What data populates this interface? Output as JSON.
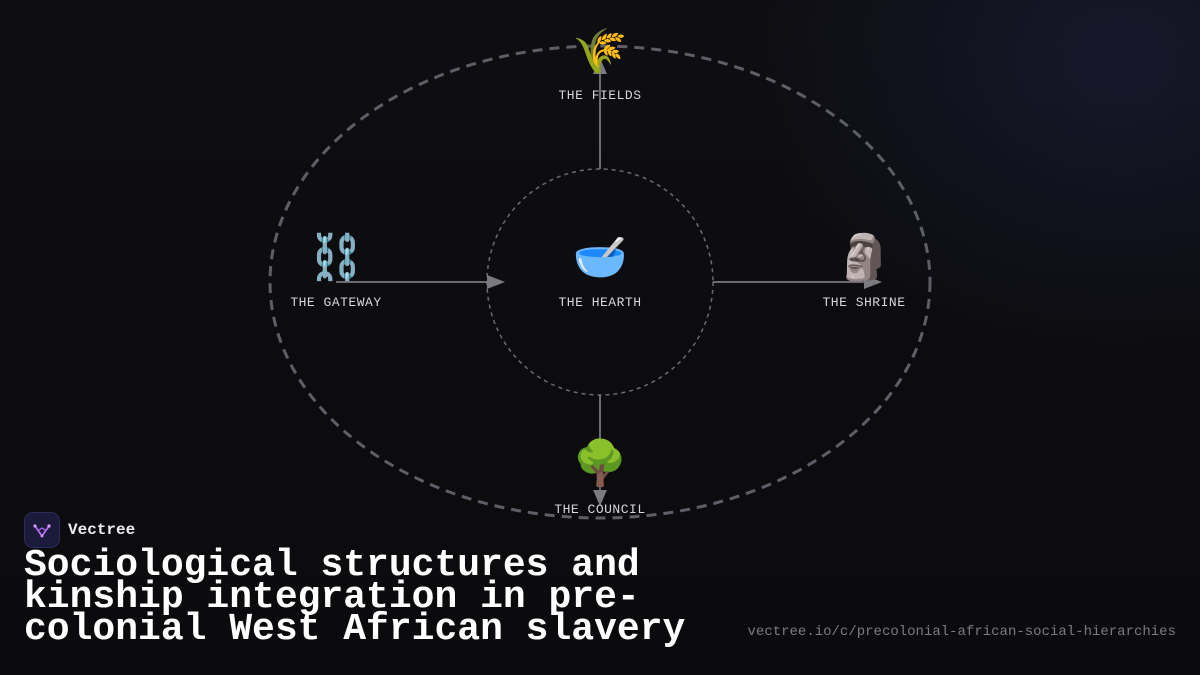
{
  "diagram": {
    "nodes": [
      {
        "id": "fields",
        "icon": "wheat-icon",
        "glyph": "🌾",
        "label": "THE FIELDS"
      },
      {
        "id": "gateway",
        "icon": "chains-icon",
        "glyph": "⛓️",
        "label": "THE GATEWAY"
      },
      {
        "id": "hearth",
        "icon": "bowl-icon",
        "glyph": "🥣",
        "label": "THE HEARTH"
      },
      {
        "id": "shrine",
        "icon": "moai-icon",
        "glyph": "🗿",
        "label": "THE SHRINE"
      },
      {
        "id": "council",
        "icon": "tree-icon",
        "glyph": "🌳",
        "label": "THE COUNCIL"
      }
    ],
    "connections": [
      {
        "from": "hearth",
        "to": "fields"
      },
      {
        "from": "gateway",
        "to": "hearth"
      },
      {
        "from": "hearth",
        "to": "shrine"
      },
      {
        "from": "hearth",
        "to": "council"
      }
    ],
    "colors": {
      "ring": "#5e5e66",
      "line": "#8a8a90",
      "arrow": "#7a7a80"
    }
  },
  "brand": {
    "name": "Vectree",
    "logo_icon": "vectree-logo-icon",
    "accent": "#b46cf0"
  },
  "title": "Sociological structures and kinship integration in pre-colonial West African slavery",
  "url": "vectree.io/c/precolonial-african-social-hierarchies"
}
